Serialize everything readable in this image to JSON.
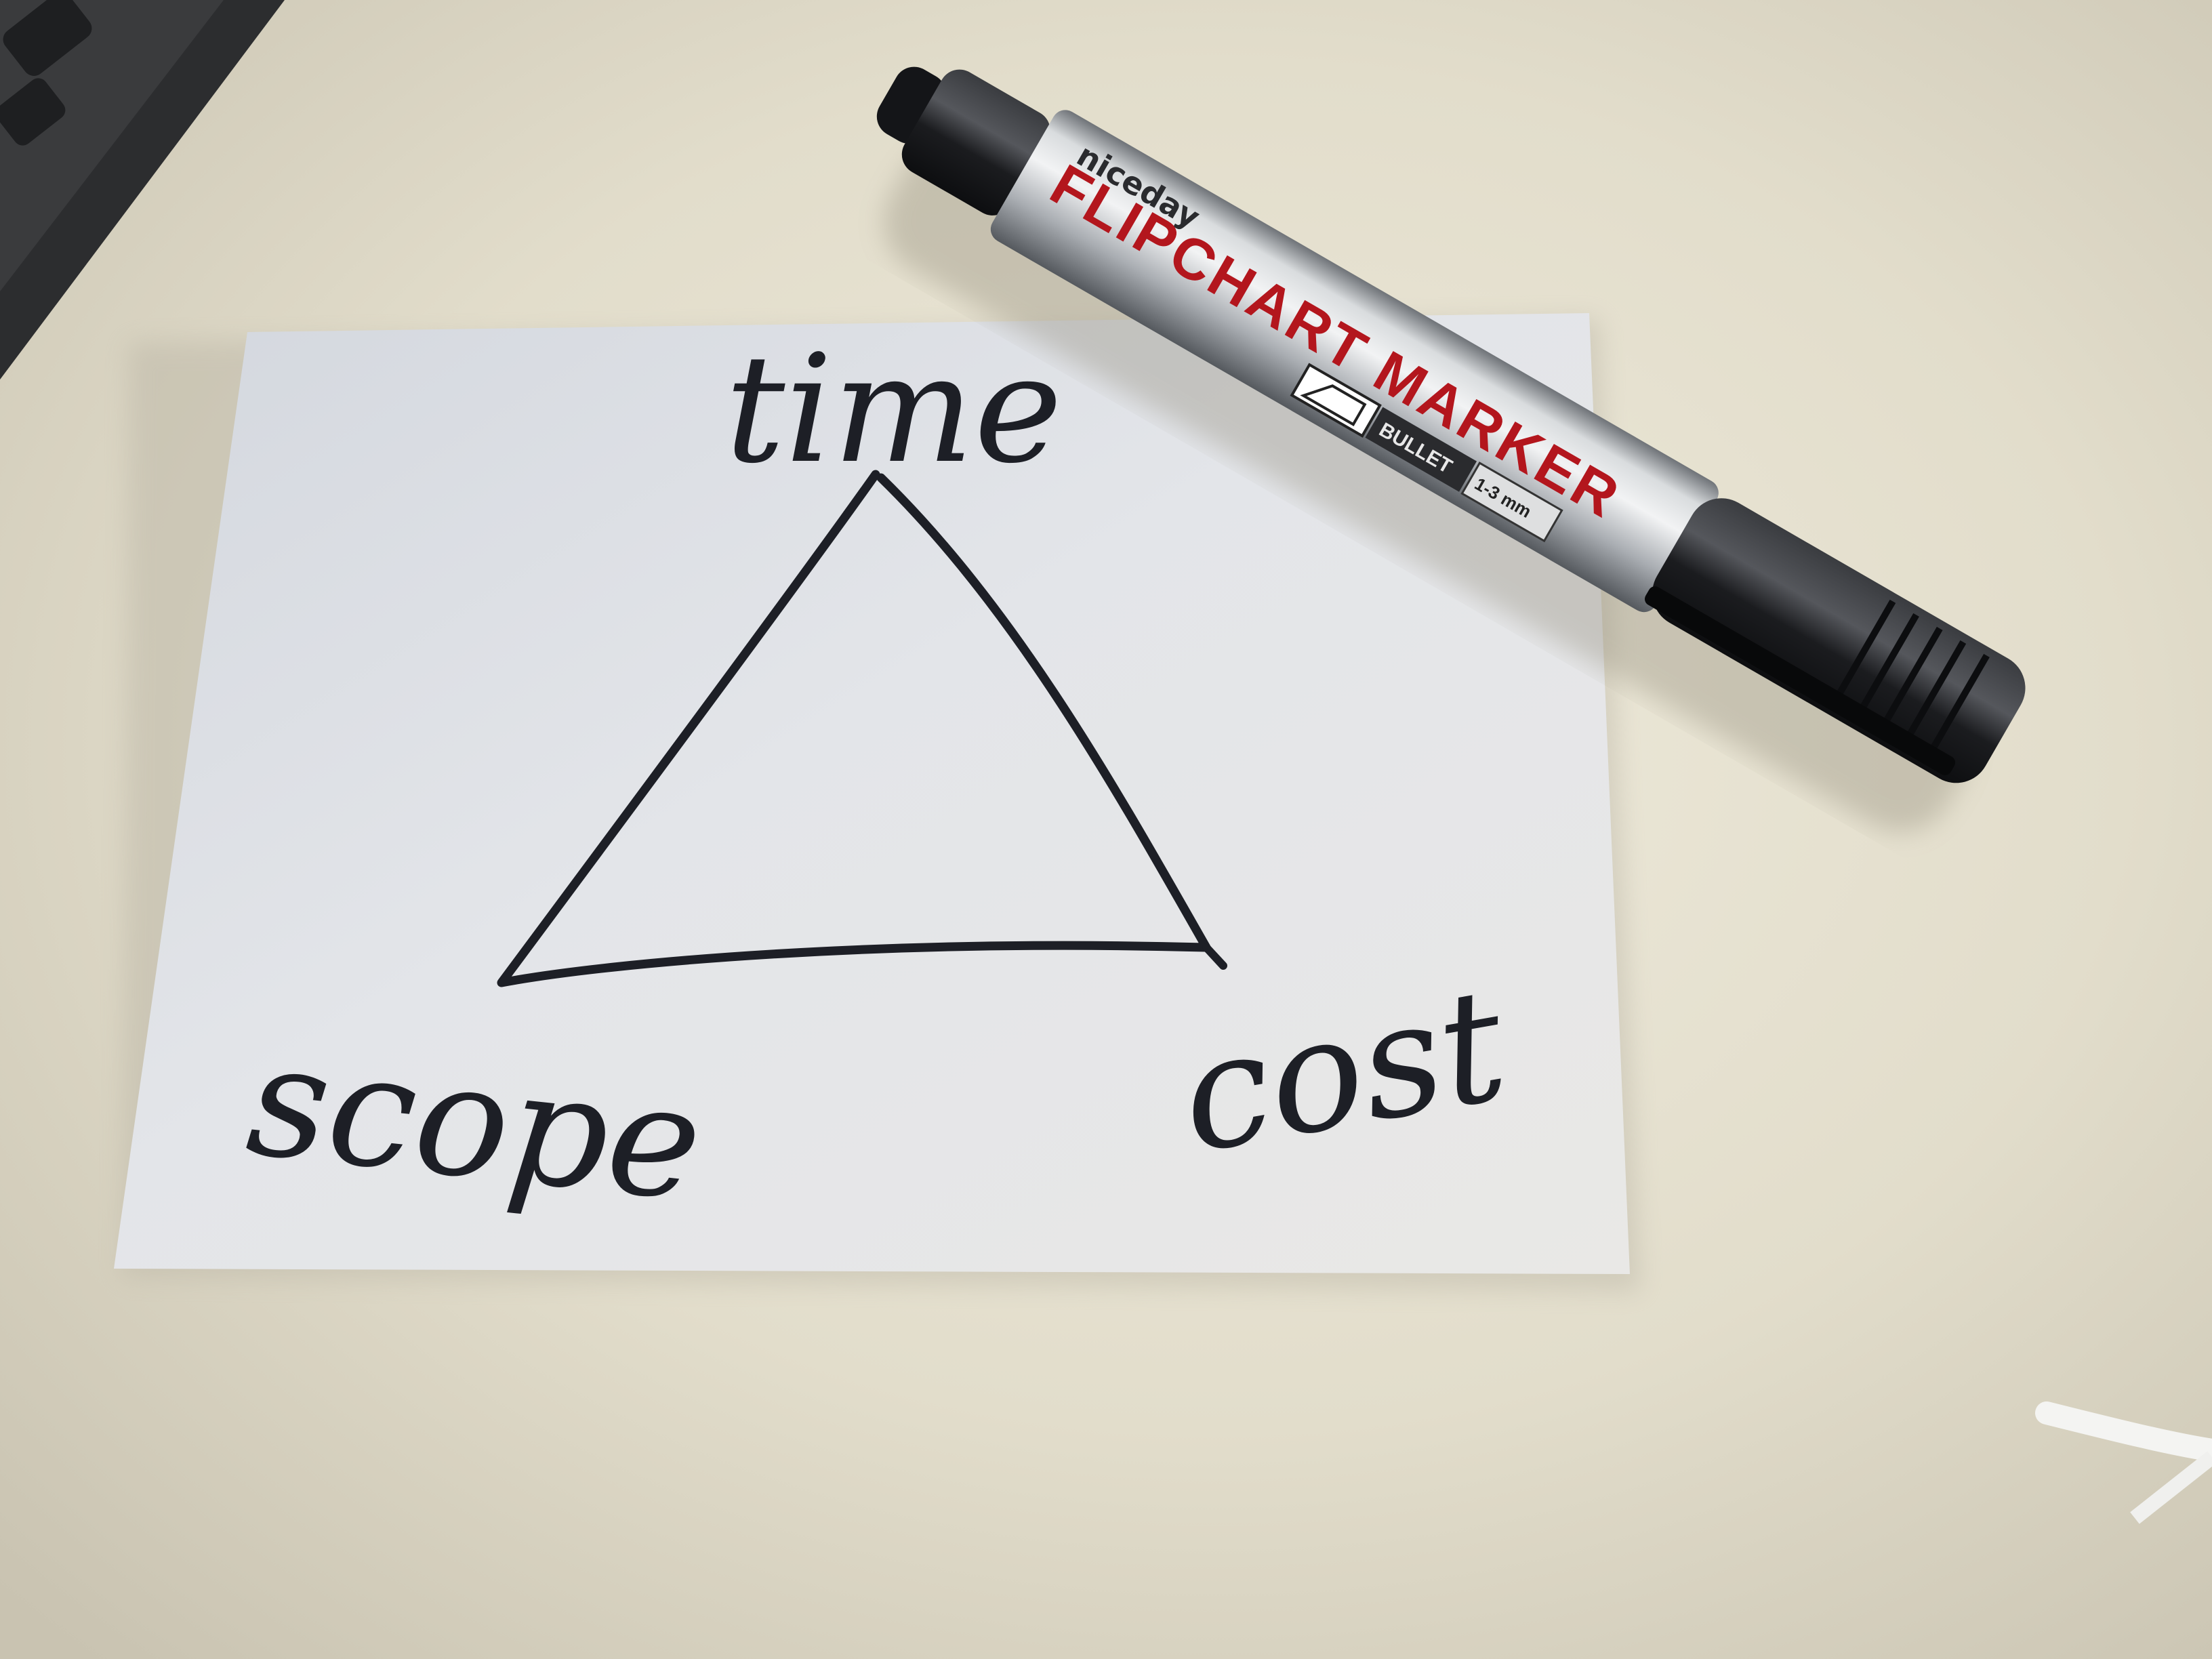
{
  "diagram": {
    "labels": {
      "top": "time",
      "bottom_left": "scope",
      "bottom_right": "cost"
    }
  },
  "marker": {
    "brand": "niceday",
    "product": "FLIPCHART MARKER",
    "tip_type": "BULLET",
    "tip_size": "1-3 mm"
  },
  "colors": {
    "desk": "#e6e1cf",
    "paper": "#dfe2e6",
    "ink": "#1d1f26",
    "marker_label_red": "#b3161d",
    "marker_body_silver": "#b8bcc0",
    "marker_cap_black": "#1a1b1e"
  }
}
